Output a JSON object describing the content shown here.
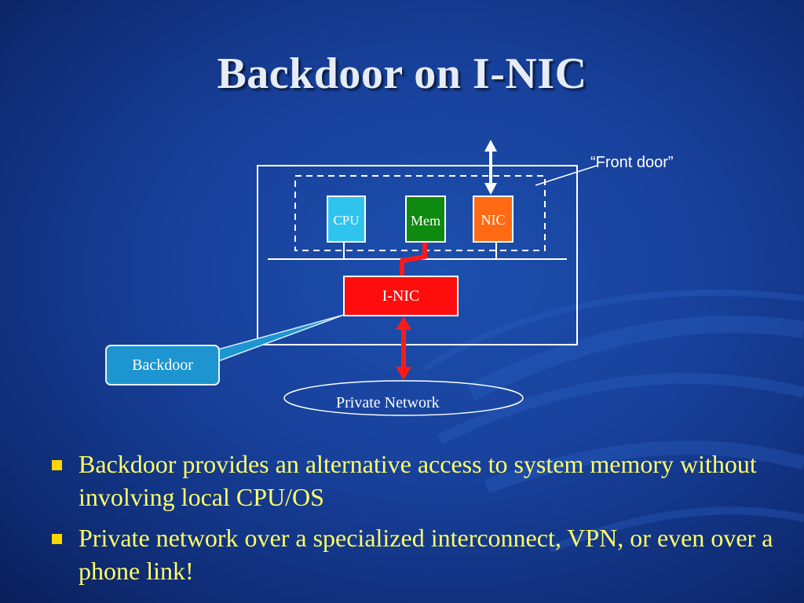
{
  "slide": {
    "title": "Backdoor on I-NIC"
  },
  "diagram": {
    "front_door_label": "“Front door”",
    "cpu_label": "CPU",
    "mem_label": "Mem",
    "nic_label": "NIC",
    "inic_label": "I-NIC",
    "backdoor_label": "Backdoor",
    "private_network_label": "Private Network"
  },
  "bullets": [
    "Backdoor provides an alternative access to system memory without involving local CPU/OS",
    "Private network over a specialized interconnect, VPN, or even over a phone link!"
  ],
  "colors": {
    "background": "#17409a",
    "title": "#e6ebf5",
    "bullet_text": "#ffff66",
    "bullet_marker": "#ffd700",
    "cpu": "#2fc4ee",
    "mem": "#0f8a10",
    "nic": "#ff6a13",
    "inic": "#ff0d0d",
    "backdoor": "#1c95d0",
    "link": "#ff1a1a"
  }
}
